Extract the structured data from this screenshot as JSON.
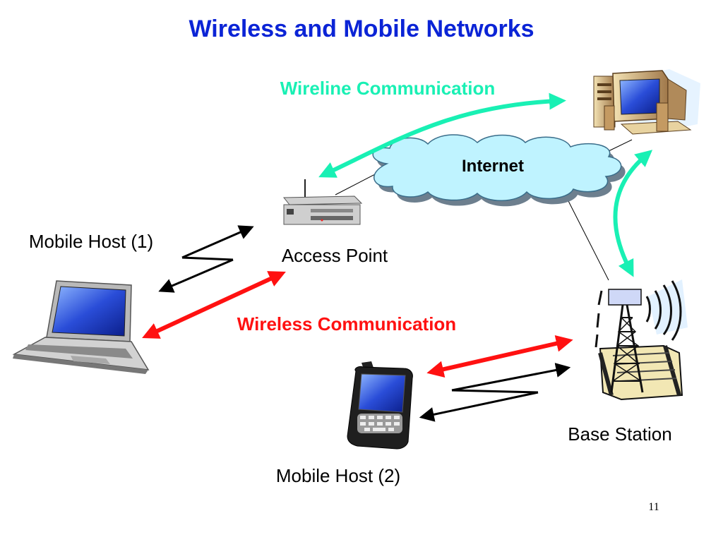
{
  "slide": {
    "title": "Wireless and Mobile Networks",
    "page_number": "11"
  },
  "labels": {
    "wireline_communication": "Wireline Communication",
    "wireless_communication": "Wireless Communication",
    "internet": "Internet",
    "access_point": "Access Point",
    "mobile_host_1": "Mobile Host (1)",
    "mobile_host_2": "Mobile Host (2)",
    "base_station": "Base Station"
  },
  "colors": {
    "title": "#0b24d6",
    "wireline": "#19f0b4",
    "wireless": "#ff1111",
    "signal": "#000000",
    "cloud_fill": "#bff3ff"
  },
  "icons": [
    "desktop-computer-icon",
    "internet-cloud-icon",
    "access-point-router-icon",
    "laptop-icon",
    "smartphone-icon",
    "cell-tower-icon"
  ]
}
